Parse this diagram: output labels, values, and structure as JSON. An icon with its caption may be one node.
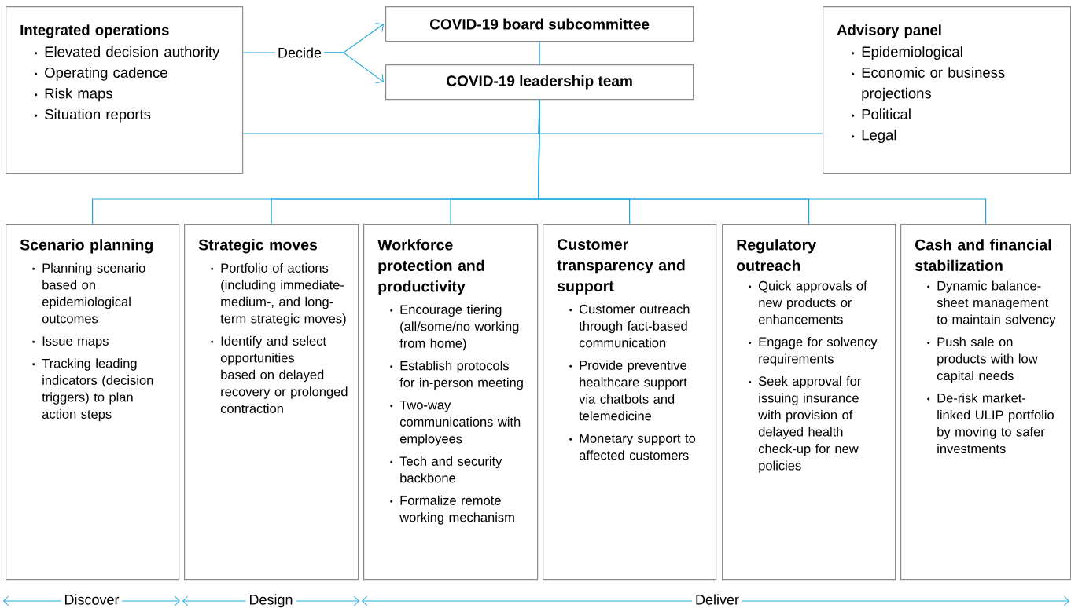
{
  "diagram": {
    "nodes": [
      {
        "text": [
          "Integrated operations",
          "Elevated decision authority",
          "Operating cadence",
          "Risk maps",
          "Situation reports"
        ]
      },
      {
        "text": [
          "Decide"
        ]
      },
      {
        "text": [
          "COVID-19 board subcommittee"
        ]
      },
      {
        "text": [
          "COVID-19 leadership team"
        ]
      },
      {
        "text": [
          "Advisory panel",
          "Epidemiological",
          "Economic or business projections",
          "Political",
          "Legal"
        ]
      },
      {
        "text": [
          "Scenario planning",
          "Planning scenario based on epidemiological outcomes",
          "Issue maps",
          "Tracking leading indicators (decision triggers) to plan action steps"
        ]
      },
      {
        "text": [
          "Strategic moves",
          "Portfolio of actions (including immediate- medium-, and long-term strategic moves)",
          "Identify and select opportunities based on delayed recovery or prolonged contraction"
        ]
      },
      {
        "text": [
          "Workforce protection and productivity",
          "Encourage tiering (all/some/no working from home)",
          "Establish protocols for in-person meeting",
          "Two-way communications with employees",
          "Tech and security backbone",
          "Formalize remote working mechanism"
        ]
      },
      {
        "text": [
          "Customer transparency and support",
          "Customer outreach through fact-based communication",
          "Provide preventive healthcare support via chatbots and telemedicine",
          "Monetary support to affected customers"
        ]
      },
      {
        "text": [
          "Regulatory outreach",
          "Quick approvals of new products or enhancements",
          "Engage for solvency requirements",
          "Seek approval for issuing insurance with provision of delayed health check-up for new policies"
        ]
      },
      {
        "text": [
          "Cash and financial stabilization",
          "Dynamic balance-sheet management to maintain solvency",
          "Push sale on products with low capital needs",
          "De-risk market-linked ULIP portfolio by moving to safer investments"
        ]
      }
    ],
    "edges": [
      {
        "from": 0,
        "to": 1,
        "arrow": "none"
      },
      {
        "from": 1,
        "to": 2,
        "arrow": "to"
      },
      {
        "from": 1,
        "to": 3,
        "arrow": "to"
      },
      {
        "from": 2,
        "to": 3,
        "arrow": "none"
      },
      {
        "from": 3,
        "to": 0,
        "arrow": "none"
      },
      {
        "from": 3,
        "to": 4,
        "arrow": "none"
      },
      {
        "from": 3,
        "to": 5,
        "arrow": "none"
      },
      {
        "from": 3,
        "to": 6,
        "arrow": "none"
      },
      {
        "from": 3,
        "to": 7,
        "arrow": "none"
      },
      {
        "from": 3,
        "to": 8,
        "arrow": "none"
      },
      {
        "from": 3,
        "to": 9,
        "arrow": "none"
      },
      {
        "from": 3,
        "to": 10,
        "arrow": "none"
      }
    ],
    "labels": [
      "Discover",
      "Design",
      "Deliver"
    ]
  }
}
